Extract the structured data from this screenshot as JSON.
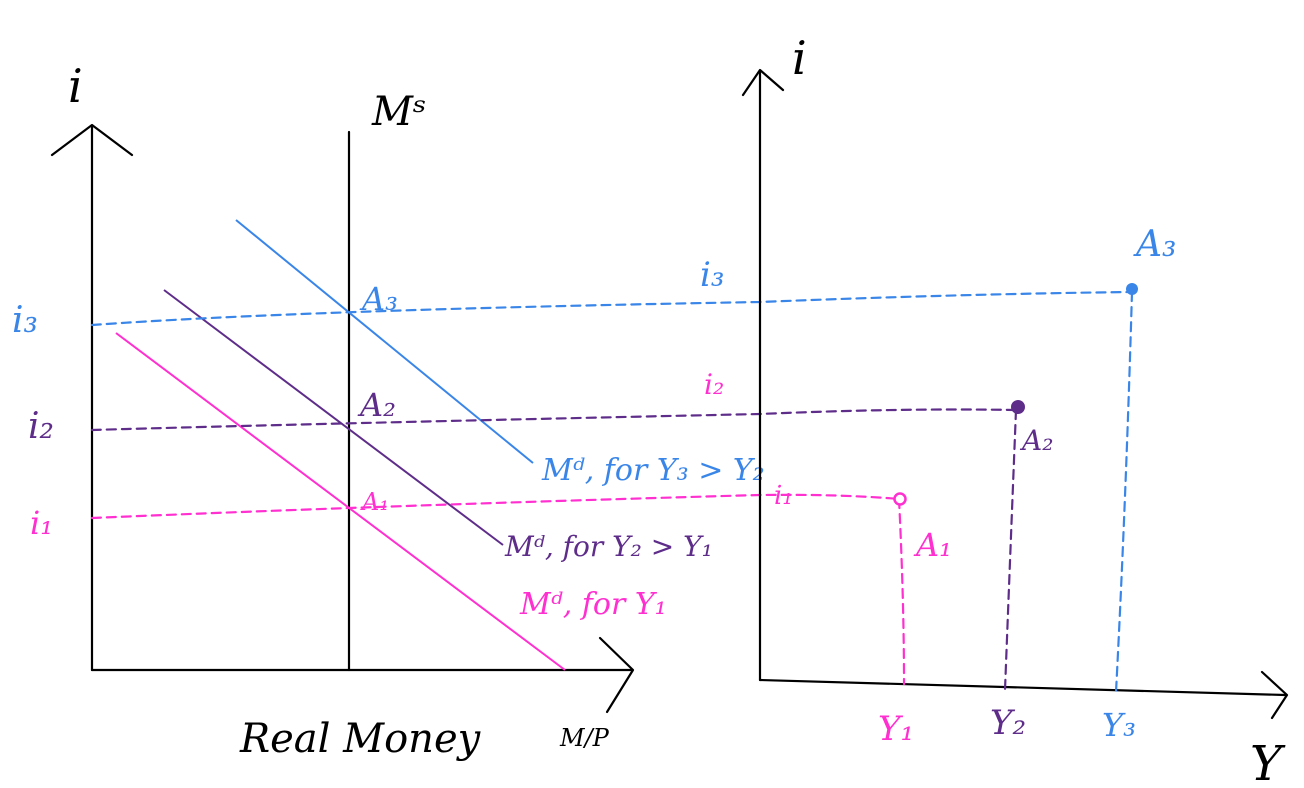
{
  "colors": {
    "black": "#000000",
    "blue": "#3a86e8",
    "purple": "#5e2d8a",
    "pink": "#ff2fd0"
  },
  "left": {
    "y_axis_label": "i",
    "x_axis_label": "Real Money",
    "x_axis_unit": "M/P",
    "supply_label": "Mˢ",
    "rates": {
      "i3": "i₃",
      "i2": "i₂",
      "i1": "i₁"
    },
    "points": {
      "a3": "A₃",
      "a2": "A₂",
      "a1": "A₁"
    },
    "demand": {
      "y3": "Mᵈ, for Y₃ > Y₂",
      "y2": "Mᵈ, for Y₂ > Y₁",
      "y1": "Mᵈ, for Y₁"
    }
  },
  "right": {
    "y_axis_label": "i",
    "x_axis_label": "Y",
    "rates": {
      "i3": "i₃",
      "i2": "i₂",
      "i1": "i₁"
    },
    "points": {
      "a3": "A₃",
      "a2": "A₂",
      "a1": "A₁"
    },
    "outputs": {
      "y1": "Y₁",
      "y2": "Y₂",
      "y3": "Y₃"
    }
  }
}
